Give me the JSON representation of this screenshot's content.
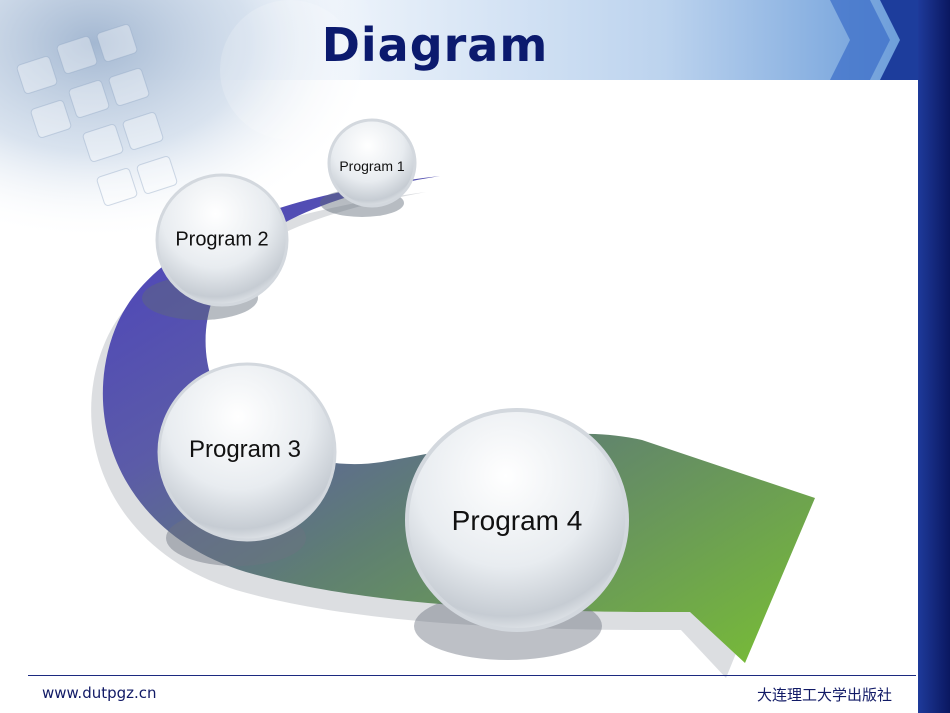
{
  "slide": {
    "title": "Diagram",
    "programs": [
      {
        "label": "Program 1"
      },
      {
        "label": "Program 2"
      },
      {
        "label": "Program 3"
      },
      {
        "label": "Program 4"
      }
    ]
  },
  "footer": {
    "website": "www.dutpgz.cn",
    "publisher": "大连理工大学出版社"
  },
  "colors": {
    "title": "#0b1a6e",
    "arrow_start": "#5a4ec4",
    "arrow_end": "#74b238",
    "frame_dark": "#0e1f7a"
  }
}
